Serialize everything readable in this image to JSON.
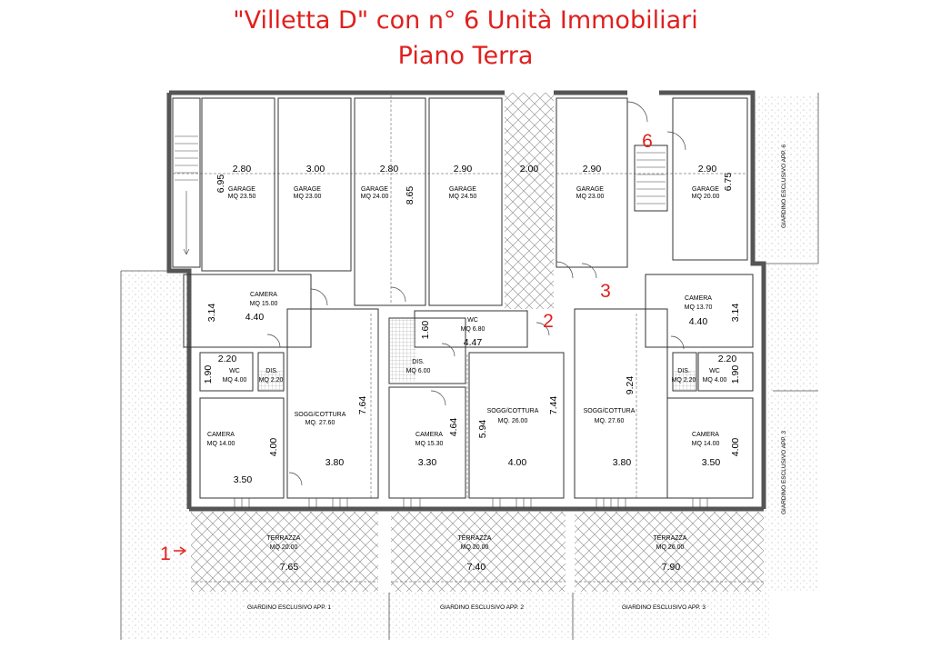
{
  "title": {
    "line1": "\"Villetta D\"  con n° 6 Unità Immobiliari",
    "line2": "Piano  Terra"
  },
  "garages": [
    {
      "name": "GARAGE",
      "area": "MQ 23.50",
      "width": "2.80"
    },
    {
      "name": "GARAGE",
      "area": "MQ 23.00",
      "width": "3.00"
    },
    {
      "name": "GARAGE",
      "area": "MQ 24.00",
      "width": "2.80"
    },
    {
      "name": "GARAGE",
      "area": "MQ 24.50",
      "width": "2.90"
    },
    {
      "name": "GARAGE",
      "area": "MQ 23.00",
      "width": "2.90"
    },
    {
      "name": "GARAGE",
      "area": "MQ 20.00",
      "width": "2.90"
    }
  ],
  "corridor_width": "2.00",
  "dims": {
    "g_left_depth": "6.95",
    "g_mid_depth": "8.65",
    "g_right_depth": "6.75",
    "cam1_depth": "3.14",
    "cam1_width": "4.40",
    "wc1_w": "2.20",
    "wc1_h": "1.90",
    "cam2_depth": "4.00",
    "cam2_width": "3.50",
    "sogg1_depth": "7.64",
    "sogg1_width": "3.80",
    "wc2_h": "1.60",
    "wc2_w": "4.47",
    "cam3_depth": "4.64",
    "cam3_width": "3.30",
    "sogg2_depth": "5.94",
    "sogg2_depth2": "7.44",
    "sogg2_width": "4.00",
    "sogg3_depth": "9.24",
    "sogg3_width": "3.80",
    "cam4_depth": "3.14",
    "cam4_width": "4.40",
    "wc3_w": "2.20",
    "wc3_h": "1.90",
    "cam5_depth": "4.00",
    "cam5_width": "3.50",
    "ter1_w": "7.65",
    "ter2_w": "7.40",
    "ter3_w": "7.90"
  },
  "rooms": {
    "cam1": {
      "name": "CAMERA",
      "area": "MQ 15.00"
    },
    "wc1": {
      "name": "WC",
      "area": "MQ 4.00"
    },
    "dis1": {
      "name": "DIS.",
      "area": "MQ 2.20"
    },
    "cam2": {
      "name": "CAMERA",
      "area": "MQ 14.00"
    },
    "sogg1": {
      "name": "SOGG/COTTURA",
      "area": "MQ. 27.60"
    },
    "wc2": {
      "name": "WC",
      "area": "MQ 6.80"
    },
    "dis2": {
      "name": "DIS.",
      "area": "MQ 6.00"
    },
    "cam3": {
      "name": "CAMERA",
      "area": "MQ 15.30"
    },
    "sogg2": {
      "name": "SOGG/COTTURA",
      "area": "MQ. 26.00"
    },
    "sogg3": {
      "name": "SOGG/COTTURA",
      "area": "MQ. 27.60"
    },
    "cam4": {
      "name": "CAMERA",
      "area": "MQ 13.70"
    },
    "dis3": {
      "name": "DIS.",
      "area": "MQ 2.20"
    },
    "wc3": {
      "name": "WC",
      "area": "MQ 4.00"
    },
    "cam5": {
      "name": "CAMERA",
      "area": "MQ 14.00"
    }
  },
  "terraces": [
    {
      "name": "TERRAZZA",
      "area": "MQ 20.00"
    },
    {
      "name": "TERRAZZA",
      "area": "MQ 20.00"
    },
    {
      "name": "TERRAZZA",
      "area": "MQ 26.00"
    }
  ],
  "gardens": [
    "GIARDINO ESCLUSIVO APP. 1",
    "GIARDINO ESCLUSIVO APP. 2",
    "GIARDINO ESCLUSIVO APP. 3"
  ],
  "side_gardens": [
    "GIARDINO ESCLUSIVO APP. 6",
    "GIARDINO ESCLUSIVO APP. 3"
  ],
  "unit_numbers": [
    "1",
    "2",
    "3",
    "6"
  ],
  "colors": {
    "accent": "#e0201e",
    "wall": "#8a8a8a",
    "line": "#222222"
  }
}
